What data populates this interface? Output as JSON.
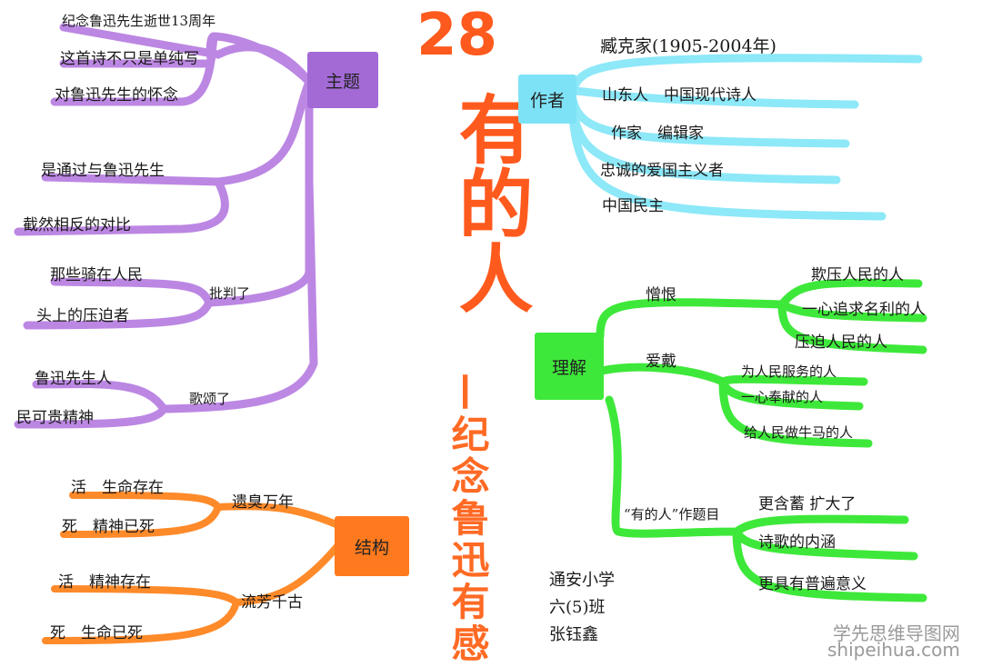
{
  "title": {
    "number": "28",
    "main": "有的人",
    "subtitle": "—纪念鲁迅有感"
  },
  "colors": {
    "theme": "#b57be0",
    "structure": "#ff8a2a",
    "author": "#8de8f8",
    "understanding": "#3ee83a",
    "title": "#ff5a1e"
  },
  "theme": {
    "label": "主题",
    "items": [
      "纪念鲁迅先生逝世13周年",
      "这首诗不只是单纯写",
      "对鲁迅先生的怀念",
      "是通过与鲁迅先生",
      "截然相反的对比"
    ],
    "criticize": {
      "label": "批判了",
      "items": [
        "那些骑在人民",
        "头上的压迫者"
      ]
    },
    "praise": {
      "label": "歌颂了",
      "items": [
        "鲁迅先生人",
        "民可贵精神"
      ]
    }
  },
  "structure": {
    "label": "结构",
    "infamy": {
      "label": "遗臭万年",
      "items": [
        "活　生命存在",
        "死　精神已死"
      ]
    },
    "fame": {
      "label": "流芳千古",
      "items": [
        "活　精神存在",
        "死　生命已死"
      ]
    }
  },
  "author": {
    "label": "作者",
    "items": [
      "臧克家(1905-2004年)",
      "山东人　中国现代诗人",
      "作家　编辑家",
      "忠诚的爱国主义者",
      "中国民主"
    ]
  },
  "understanding": {
    "label": "理解",
    "hate": {
      "label": "憎恨",
      "items": [
        "欺压人民的人",
        "一心追求名利的人",
        "压迫人民的人"
      ]
    },
    "love": {
      "label": "爱戴",
      "items": [
        "为人民服务的人",
        "一心奉献的人",
        "给人民做牛马的人"
      ]
    },
    "title_use": {
      "label": "“有的人”作题目",
      "items": [
        "更含蓄 扩大了",
        "诗歌的内涵",
        "更具有普遍意义"
      ]
    }
  },
  "signature": [
    "通安小学",
    "六(5)班",
    "张钰鑫"
  ],
  "watermark": [
    "学先思维导图网",
    "shipeihua.com"
  ]
}
